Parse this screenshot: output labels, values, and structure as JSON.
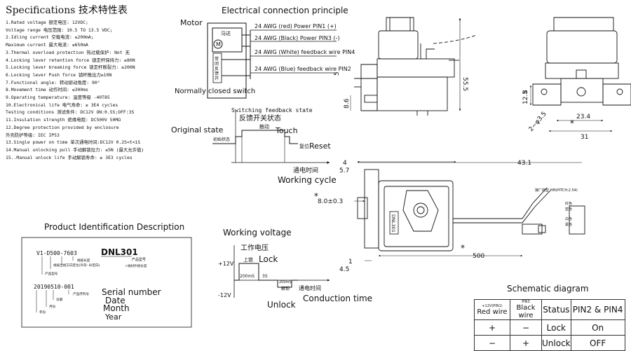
{
  "specs": {
    "title": "Specifications  技术特性表",
    "lines": [
      "1.Rated voltage 额定电压: 12VDC;",
      "  Voltage range 电压范围: 10.5 TO 13.5 VDC;",
      "2.Idling current 空载电流: ≤200mA;",
      "  Maximum current 最大电流: ≤650mA",
      "3.Thermal overload protection 热过载保护: Not 无",
      "4.Locking lever retention force 锁定杆保持力: ≥80N",
      "5.Locking lever breaking force 锁定杆断裂力: ≥200N",
      "6.Locking lever Push force 锁杆推出力≥10N",
      "7.Functional angle: 转动驱动角度: 90°",
      "8.Movement time 动作时间: ≤300ms",
      "9.Operating temperature: 温度等级 -40T85",
      "10.Electronical life 电气寿命: ≥ 3E4 cycles",
      "  Testing conditions 测试条件: DC12V ON:0.5S;OFF:3S",
      "11.Insulation strength 绝缘电阻: DC500V 50MΩ",
      "12.Degree protection provided by enclosure",
      "  外壳防护等级: IEC IP53",
      "13.Single power on time 单次通电时间:DC12V 0.2S<t<1S",
      "14.Manual unlocking pull 手动解锁拉力: ≤5N (最大允许值)",
      "15..Manual unlock life 手动解锁寿命: ≥ 3E3 cycles"
    ]
  },
  "electrical": {
    "title": "Electrical connection principle",
    "motor_label": "Motor",
    "motor_box_cn": "马达",
    "motor_symbol": "M",
    "switch_cn": "常闭反馈开关",
    "switch_label": "Normally closed switch",
    "wires": [
      "24 AWG (red) Power PIN1 (+)",
      "24 AWG (Black) Power PIN3 (-)",
      "24 AWG (White) feedback wire PIN4",
      "24 AWG (Blue) feedback wire PIN2"
    ]
  },
  "working_cycle": {
    "state_title": "Switching feedback state",
    "feedback_cn": "反馈开关状态",
    "original_state": "Original state",
    "initial_cn": "初始状态",
    "touch_cn": "触动",
    "touch": "Touch",
    "reset_cn": "复位",
    "reset": "Reset",
    "time_cn": "通电时间",
    "title": "Working cycle"
  },
  "voltage": {
    "title": "Working voltage",
    "cn": "工作电压",
    "plus": "+12V",
    "minus": "-12V",
    "lock_cn": "上锁",
    "lock": "Lock",
    "t1": "200mS",
    "t2": "3S",
    "t3": "200mS",
    "unlock_cn": "解锁",
    "unlock": "Unlock",
    "time_cn": "通电时间",
    "conduction": "Conduction time"
  },
  "product_id": {
    "title": "Product Identification Description",
    "model": "DNL301",
    "model_cn": "产品型号",
    "code": "V1-D500-7603",
    "code_notes": [
      "线缆长度",
      "线缆出线方向定位(外形: B/定向)",
      "+线材外接长度",
      "产品型号"
    ],
    "date_code": "20190510-001",
    "date_notes": [
      "产品序列号",
      "日期",
      "月份",
      "年份"
    ],
    "serial": "Serial number",
    "date": "Date",
    "month": "Month",
    "year": "Year"
  },
  "dimensions": {
    "d55_5": "55.5",
    "d5": "5",
    "d8_6": "8.6",
    "d12_5": "12.5",
    "d8": "8",
    "d2_phi3_5": "2~φ3.5",
    "d23_4": "23.4",
    "d31": "31",
    "d43_1": "43.1",
    "d4": "4",
    "d5_7": "5.7",
    "d8_0": "8.0±0.3",
    "d1": "1",
    "d4_5": "4.5",
    "d500": "500",
    "star": "*",
    "label_text": "DNL301",
    "connector_note": "接厂商型 HM(PITCH:2.54)",
    "pin_colors": [
      "红色",
      "蓝色",
      "白色",
      "黑色"
    ]
  },
  "schematic": {
    "title": "Schematic diagram",
    "headers": {
      "pin1": "+12V(PIN1)",
      "red": "Red wire",
      "pin3": "PIN3",
      "black": "Black wire",
      "status": "Status",
      "pins": "PIN2 & PIN4"
    },
    "rows": [
      {
        "red": "+",
        "black": "−",
        "status": "Lock",
        "pins": "On"
      },
      {
        "red": "−",
        "black": "+",
        "status": "Unlock",
        "pins": "OFF"
      }
    ]
  }
}
